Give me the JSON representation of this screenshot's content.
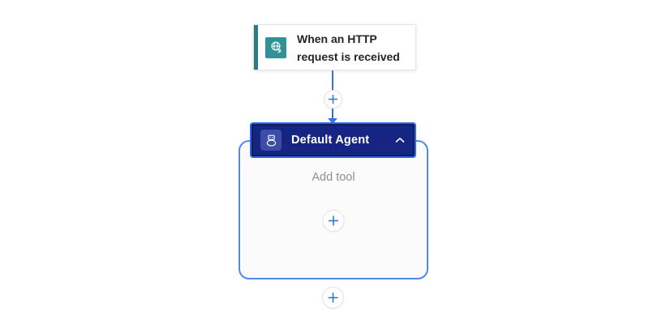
{
  "canvas": {
    "background": "#FFFFFF",
    "kind": "flow-designer-canvas"
  },
  "trigger_card": {
    "title": "When an HTTP request is received",
    "icon": "http-request-globe-icon"
  },
  "connector": {
    "insert_icon": "plus-icon"
  },
  "agent": {
    "header": {
      "label": "Default Agent",
      "icon": "agent-bot-icon",
      "collapse_icon": "chevron-up-icon",
      "selected": true
    },
    "body": {
      "placeholder": "Add tool",
      "add_icon": "plus-icon"
    }
  },
  "after_agent": {
    "insert_icon": "plus-icon"
  },
  "colors": {
    "connector_blue": "#3375E0",
    "container_border": "#5189EA",
    "selection_outline": "#3069DD",
    "agent_header_bg": "#152581",
    "agent_header_border": "#0F1C63",
    "agent_icon_bg": "#3C4DA8",
    "trigger_accent": "#2B7B86",
    "trigger_icon_bg": "#2F9296",
    "card_border": "#E3E3E3",
    "text_dark": "#242424",
    "text_muted": "#8F8F8F",
    "container_bg": "#FBFBFC"
  }
}
